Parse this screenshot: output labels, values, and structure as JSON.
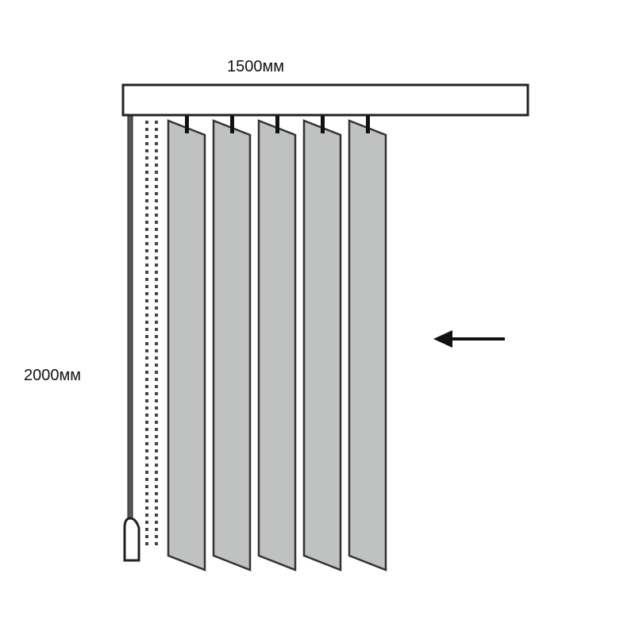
{
  "width_label": "1500мм",
  "height_label": "2000мм",
  "slat_count": 5,
  "colors": {
    "slat": "#c0c2c2",
    "outline": "#333333",
    "rail": "#ffffff"
  },
  "arrow_direction": "left"
}
